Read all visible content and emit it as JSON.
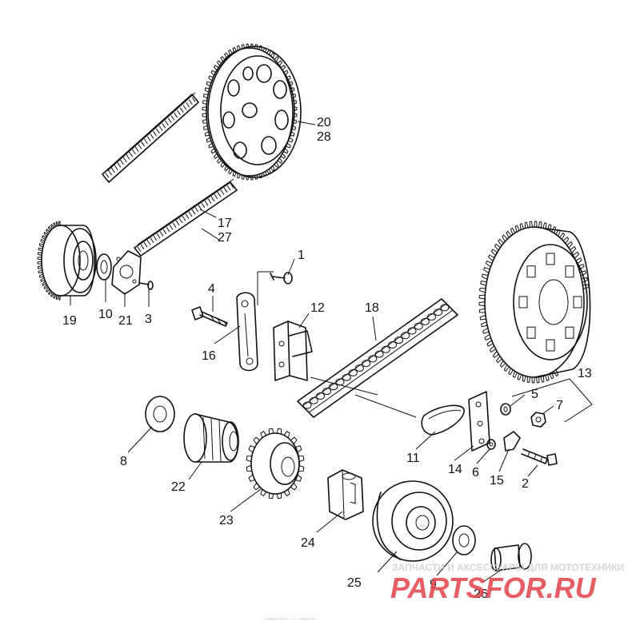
{
  "diagram": {
    "labels": [
      {
        "id": "1",
        "text": "1"
      },
      {
        "id": "2",
        "text": "2"
      },
      {
        "id": "3",
        "text": "3"
      },
      {
        "id": "4",
        "text": "4"
      },
      {
        "id": "5",
        "text": "5"
      },
      {
        "id": "6",
        "text": "6"
      },
      {
        "id": "7",
        "text": "7"
      },
      {
        "id": "8",
        "text": "8"
      },
      {
        "id": "9",
        "text": "9"
      },
      {
        "id": "10",
        "text": "10"
      },
      {
        "id": "11",
        "text": "11"
      },
      {
        "id": "12",
        "text": "12"
      },
      {
        "id": "13",
        "text": "13"
      },
      {
        "id": "14",
        "text": "14"
      },
      {
        "id": "15",
        "text": "15"
      },
      {
        "id": "16",
        "text": "16"
      },
      {
        "id": "17",
        "text": "17"
      },
      {
        "id": "18",
        "text": "18"
      },
      {
        "id": "19",
        "text": "19"
      },
      {
        "id": "20",
        "text": "20"
      },
      {
        "id": "21",
        "text": "21"
      },
      {
        "id": "22",
        "text": "22"
      },
      {
        "id": "23",
        "text": "23"
      },
      {
        "id": "24",
        "text": "24"
      },
      {
        "id": "25",
        "text": "25"
      },
      {
        "id": "26",
        "text": "26"
      },
      {
        "id": "27",
        "text": "27"
      },
      {
        "id": "28",
        "text": "28"
      }
    ]
  },
  "watermark": {
    "tagline": "ЗАПЧАСТИ И АКСЕССУАРЫ ДЛЯ МОТОТЕХНИКИ",
    "logo_left": "PARTS",
    "logo_right": "FOR.RU",
    "color_red": "#e2434a",
    "color_gray": "#cfcfcf"
  },
  "footer": {
    "text": "............ . . ........."
  }
}
